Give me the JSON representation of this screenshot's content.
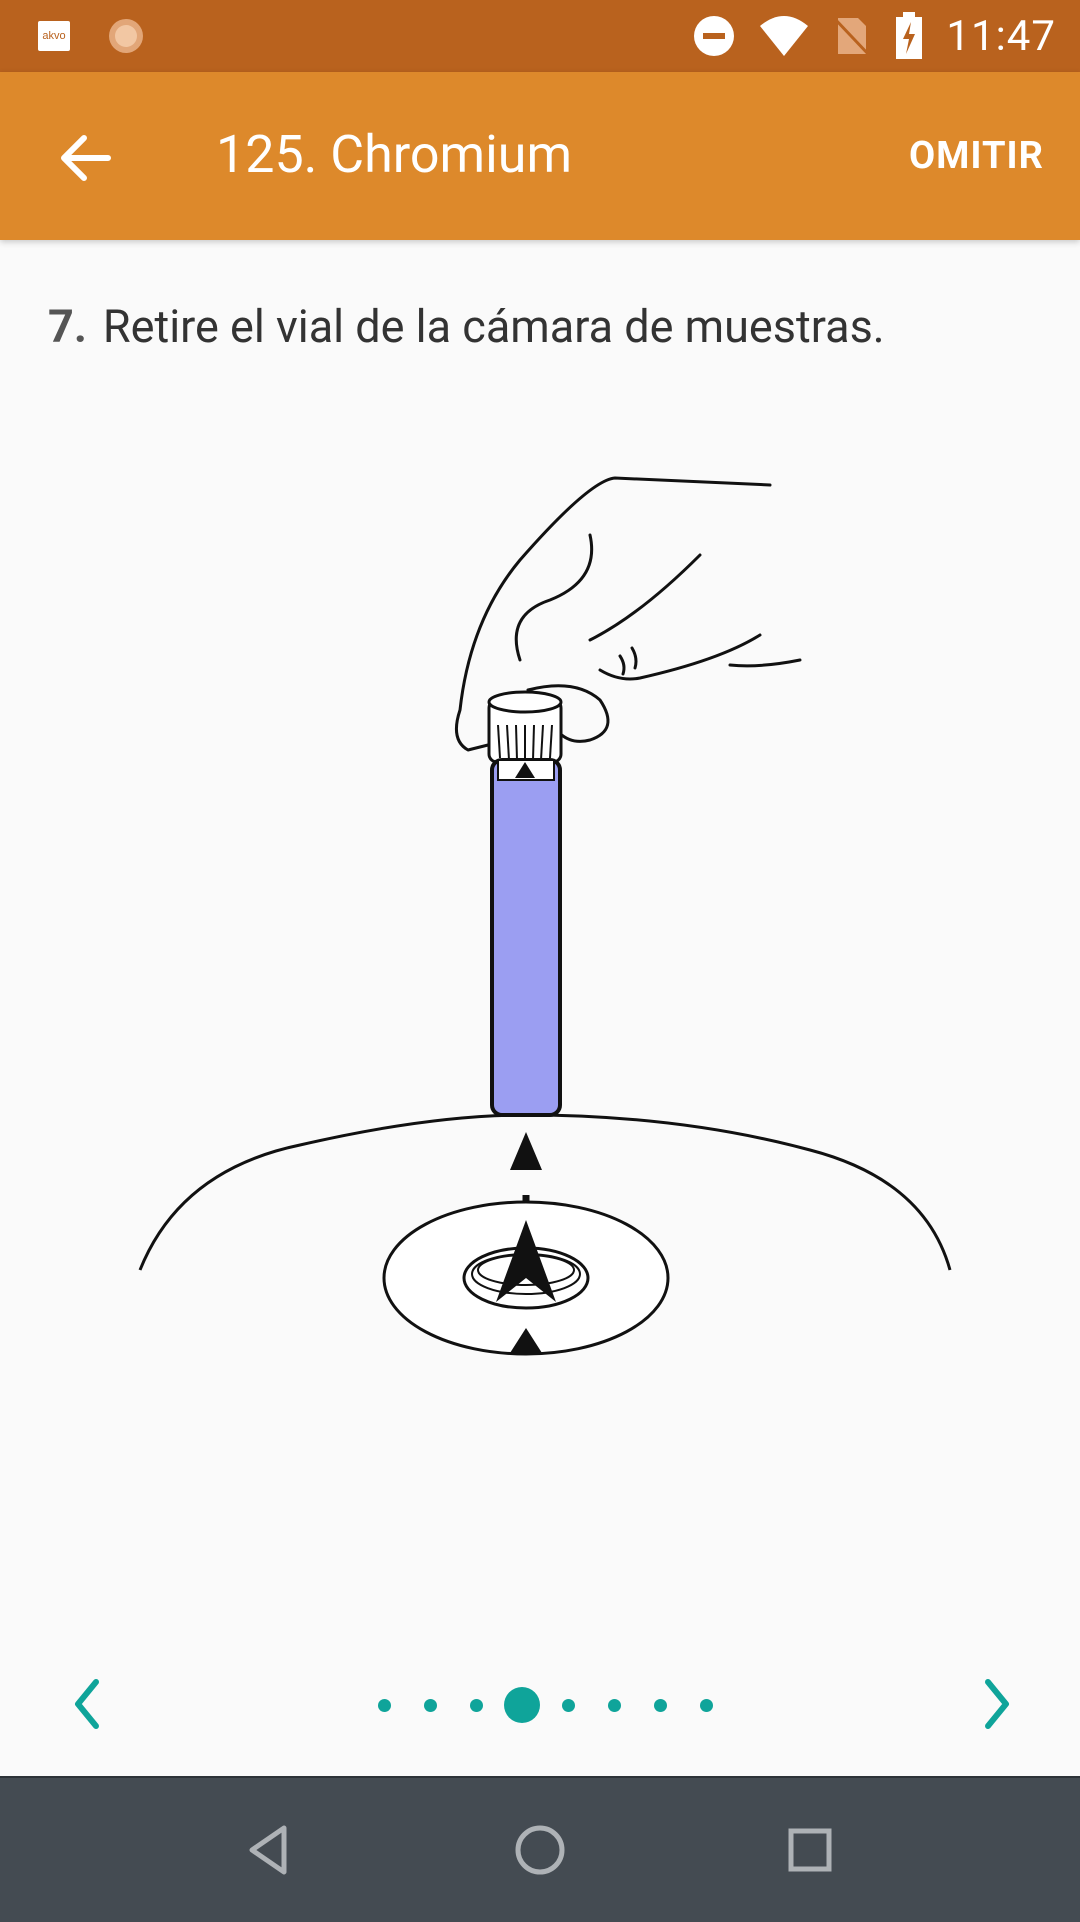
{
  "status_bar": {
    "app_icons": [
      "akvo-icon",
      "sun-icon"
    ],
    "app_badge_text": "akvo",
    "system_icons": [
      "do-not-disturb-icon",
      "wifi-icon",
      "no-sim-icon",
      "battery-charging-icon"
    ],
    "time": "11:47"
  },
  "app_bar": {
    "back_icon": "arrow-back-icon",
    "title": "125. Chromium",
    "skip_label": "OMITIR"
  },
  "instruction": {
    "step_number": "7.",
    "text": "Retire el vial de la cámara de muestras."
  },
  "pager": {
    "prev_icon": "chevron-left-icon",
    "next_icon": "chevron-right-icon",
    "total_steps": 8,
    "current_step": 4
  },
  "nav_bar": {
    "buttons": [
      "back-triangle-icon",
      "home-circle-icon",
      "recents-square-icon"
    ]
  },
  "colors": {
    "status_bar": "#b9621e",
    "app_bar": "#dd892b",
    "accent": "#0fa49a",
    "vial": "#9b9ef2",
    "nav_bar": "#444b52"
  }
}
